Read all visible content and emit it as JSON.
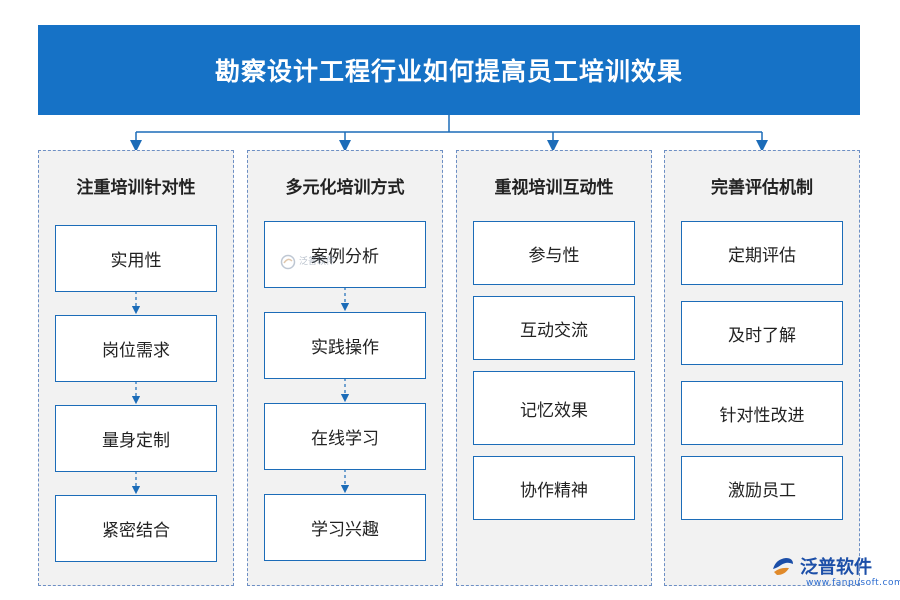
{
  "title": "勘察设计工程行业如何提高员工培训效果",
  "columns": [
    {
      "title": "注重培训针对性",
      "items": [
        "实用性",
        "岗位需求",
        "量身定制",
        "紧密结合"
      ]
    },
    {
      "title": "多元化培训方式",
      "items": [
        "案例分析",
        "实践操作",
        "在线学习",
        "学习兴趣"
      ]
    },
    {
      "title": "重视培训互动性",
      "items": [
        "参与性",
        "互动交流",
        "记忆效果",
        "协作精神"
      ]
    },
    {
      "title": "完善评估机制",
      "items": [
        "定期评估",
        "及时了解",
        "针对性改进",
        "激励员工"
      ]
    }
  ],
  "watermark": {
    "name": "泛普软件",
    "url": "www.fanpusoft.com"
  },
  "colors": {
    "title_bg": "#1672c6",
    "border": "#1c6cb8",
    "arrow": "#1c6cb8",
    "dash": "#6d8fc4"
  },
  "icons": [
    "logo-icon"
  ]
}
